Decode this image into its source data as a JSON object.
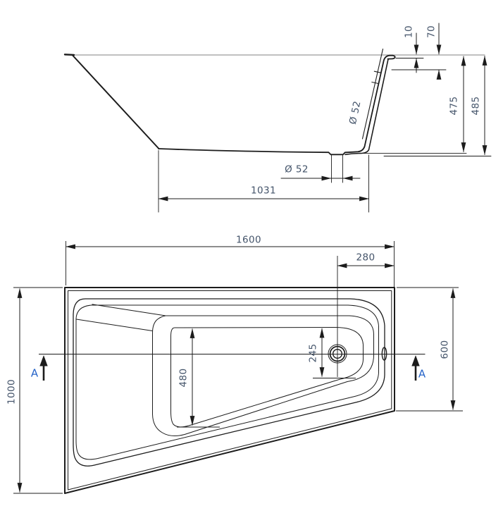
{
  "section_view": {
    "dims": {
      "d10": "10",
      "d70": "70",
      "d475": "475",
      "d485": "485",
      "dia52_wall": "Ø 52",
      "dia52_drain": "Ø 52",
      "d1031": "1031"
    }
  },
  "plan_view": {
    "dims": {
      "d1600": "1600",
      "d280": "280",
      "d600": "600",
      "d1000": "1000",
      "d480": "480",
      "d245": "245"
    },
    "section_label_left": "A",
    "section_label_right": "A"
  },
  "colors": {
    "line": "#1c1c1c",
    "rim_gray": "#9a9a9a",
    "dim_text": "#44546A",
    "section_label": "#2563C8"
  }
}
